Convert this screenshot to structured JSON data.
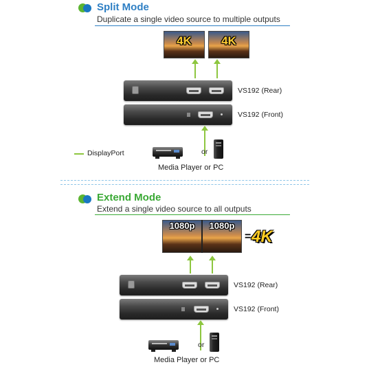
{
  "split": {
    "title": "Split Mode",
    "subtitle": "Duplicate a single video source to multiple outputs",
    "monitor_label": "4K",
    "rear_label": "VS192 (Rear)",
    "front_label": "VS192 (Front)",
    "or_label": "or",
    "source_label": "Media Player or PC"
  },
  "legend": {
    "label": "DisplayPort",
    "color": "#8dc63f"
  },
  "extend": {
    "title": "Extend Mode",
    "subtitle": "Extend a single video source to all outputs",
    "monitor_label": "1080p",
    "equals": "=",
    "result_label": "4K",
    "rear_label": "VS192 (Rear)",
    "front_label": "VS192 (Front)",
    "or_label": "or",
    "source_label": "Media Player or PC"
  },
  "colors": {
    "accent_blue": "#2e7fc4",
    "accent_green": "#3aa935",
    "cable": "#8dc63f"
  },
  "icons": [
    "section-bullet-icon",
    "monitor-icon",
    "vs192-device-icon",
    "media-player-icon",
    "pc-tower-icon",
    "up-arrow-icon"
  ]
}
